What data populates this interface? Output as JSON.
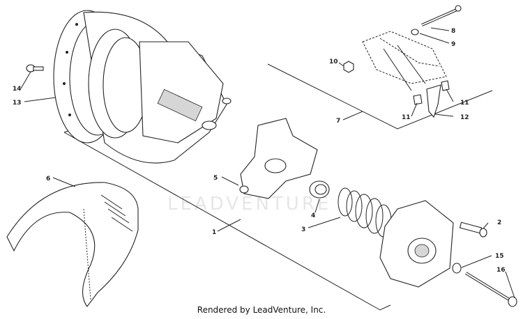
{
  "watermark": "LEADVENTURE",
  "footer": "Rendered by LeadVenture, Inc.",
  "callouts": [
    {
      "id": "c1",
      "label": "1"
    },
    {
      "id": "c2",
      "label": "2"
    },
    {
      "id": "c3",
      "label": "3"
    },
    {
      "id": "c4",
      "label": "4"
    },
    {
      "id": "c5",
      "label": "5"
    },
    {
      "id": "c6",
      "label": "6"
    },
    {
      "id": "c7",
      "label": "7"
    },
    {
      "id": "c8",
      "label": "8"
    },
    {
      "id": "c9",
      "label": "9"
    },
    {
      "id": "c10",
      "label": "10"
    },
    {
      "id": "c11a",
      "label": "11"
    },
    {
      "id": "c11b",
      "label": "11"
    },
    {
      "id": "c12",
      "label": "12"
    },
    {
      "id": "c13",
      "label": "13"
    },
    {
      "id": "c14",
      "label": "14"
    },
    {
      "id": "c15",
      "label": "15"
    },
    {
      "id": "c16",
      "label": "16"
    }
  ]
}
